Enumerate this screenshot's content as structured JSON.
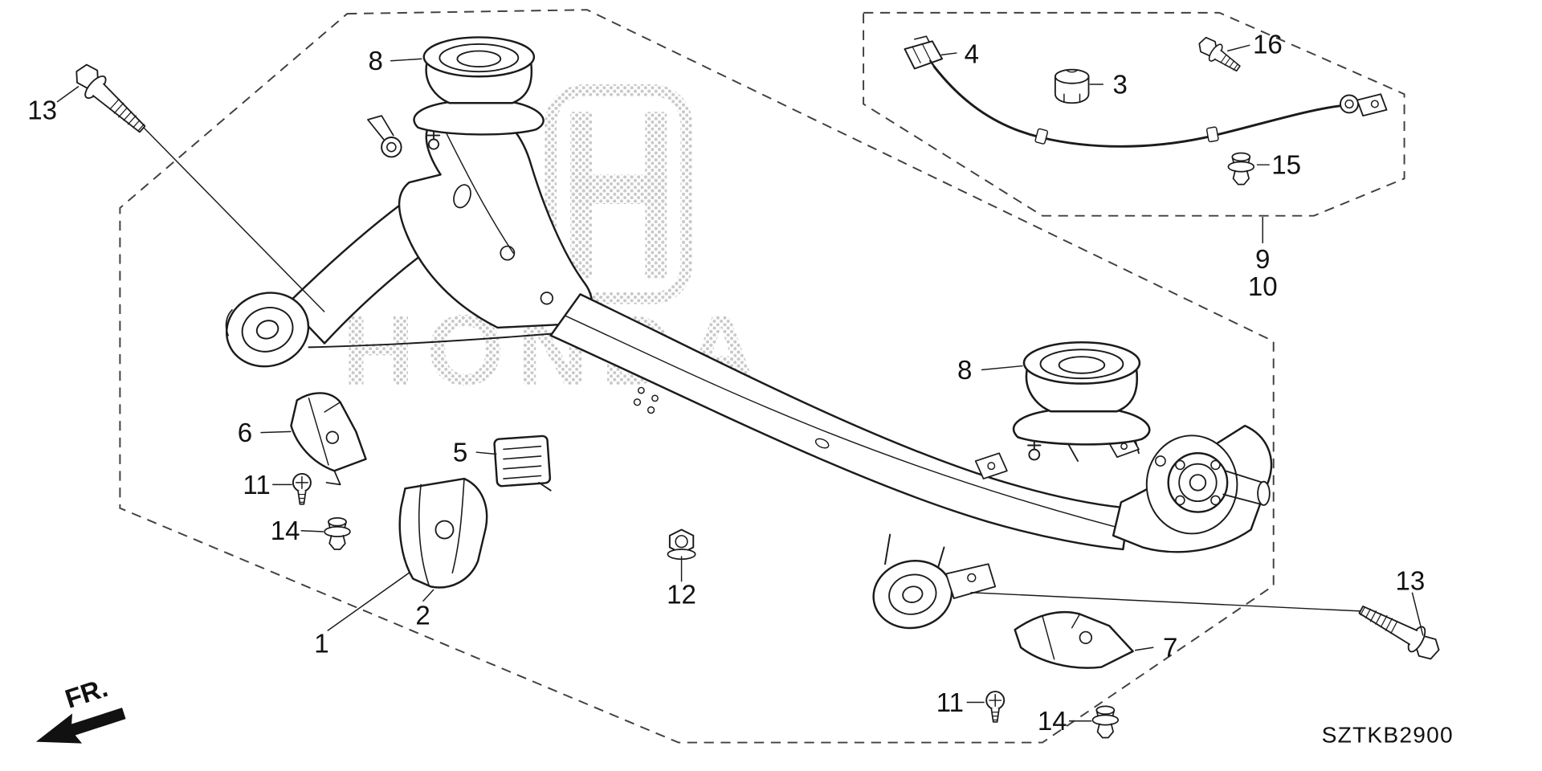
{
  "watermark": {
    "text": "HONDA",
    "logo_icon": "honda-h-logo"
  },
  "diagram": {
    "callouts": [
      {
        "label": "1"
      },
      {
        "label": "2"
      },
      {
        "label": "3"
      },
      {
        "label": "4"
      },
      {
        "label": "5"
      },
      {
        "label": "6"
      },
      {
        "label": "7"
      },
      {
        "label": "8"
      },
      {
        "label": "8"
      },
      {
        "label": "9"
      },
      {
        "label": "10"
      },
      {
        "label": "11"
      },
      {
        "label": "11"
      },
      {
        "label": "12"
      },
      {
        "label": "13"
      },
      {
        "label": "13"
      },
      {
        "label": "14"
      },
      {
        "label": "14"
      },
      {
        "label": "15"
      },
      {
        "label": "16"
      }
    ]
  },
  "footer": {
    "direction_label": "FR.",
    "direction_arrow_icon": "arrow-southwest",
    "diagram_code": "SZTKB2900"
  },
  "colors": {
    "ink": "#1b1b1b",
    "background": "#ffffff",
    "watermark_dots": "#c9c9c9",
    "boundary": "#404040"
  }
}
